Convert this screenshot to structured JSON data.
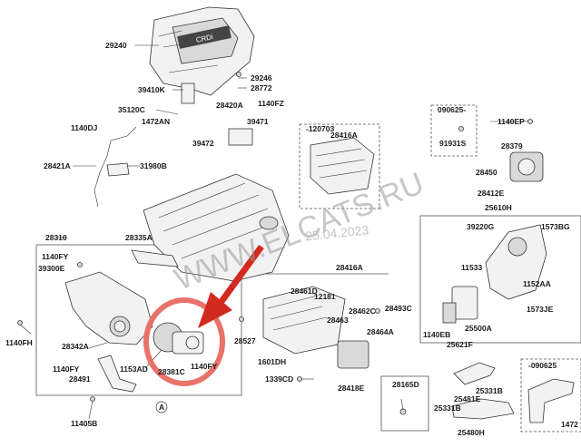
{
  "watermark": {
    "text": "WWW.ELCATS.RU",
    "date": "25.04.2023"
  },
  "notes": {
    "left_box_tag": "-120703",
    "right_box_tag": "090625-",
    "bottom_right_tag": "-090625",
    "circle_ref": "A"
  },
  "labels": {
    "l29240": "29240",
    "l29246": "29246",
    "l28772": "28772",
    "l39410k": "39410K",
    "l1140fz": "1140FZ",
    "l28420a": "28420A",
    "l35120c": "35120C",
    "l1472an": "1472AN",
    "l39471": "39471",
    "l39472": "39472",
    "l1140dj": "1140DJ",
    "l28421a": "28421A",
    "l31980b": "31980B",
    "l28416a_top": "28416A",
    "l91931s": "91931S",
    "l1140ep": "1140EP",
    "l28379": "28379",
    "l28450": "28450",
    "l28412e": "28412E",
    "l25610h": "25610H",
    "l39220g": "39220G",
    "l1573bg": "1573BG",
    "l28310": "28310",
    "l28335a": "28335A",
    "l1140fy_a": "1140FY",
    "l39300e": "39300E",
    "l28416a_mid": "28416A",
    "l11533": "11533",
    "l28461d": "28461D",
    "l12181": "12181",
    "l28463": "28463",
    "l28462c": "28462C",
    "l28493c": "28493C",
    "l1152aa": "1152AA",
    "l1573je": "1573JE",
    "l28464a": "28464A",
    "l25500a": "25500A",
    "l1140eb": "1140EB",
    "l25621f": "25621F",
    "l1140fh": "1140FH",
    "l28342a": "28342A",
    "l28527": "28527",
    "l1601dh": "1601DH",
    "l1153ad": "1153AD",
    "l28381c": "28381C",
    "l1140fy_b": "1140FY",
    "l1140fy_c": "1140FY",
    "l28491": "28491",
    "l1339cd": "1339CD",
    "l28418e": "28418E",
    "l28165d": "28165D",
    "l25331b_a": "25331B",
    "l25481e": "25481E",
    "l25331b_b": "25331B",
    "l25480h": "25480H",
    "l11405b": "11405B",
    "l1472": "1472"
  },
  "colors": {
    "highlight_circle": "#e8736b",
    "arrow": "#d22a1f",
    "ink": "#1a1a1a"
  }
}
